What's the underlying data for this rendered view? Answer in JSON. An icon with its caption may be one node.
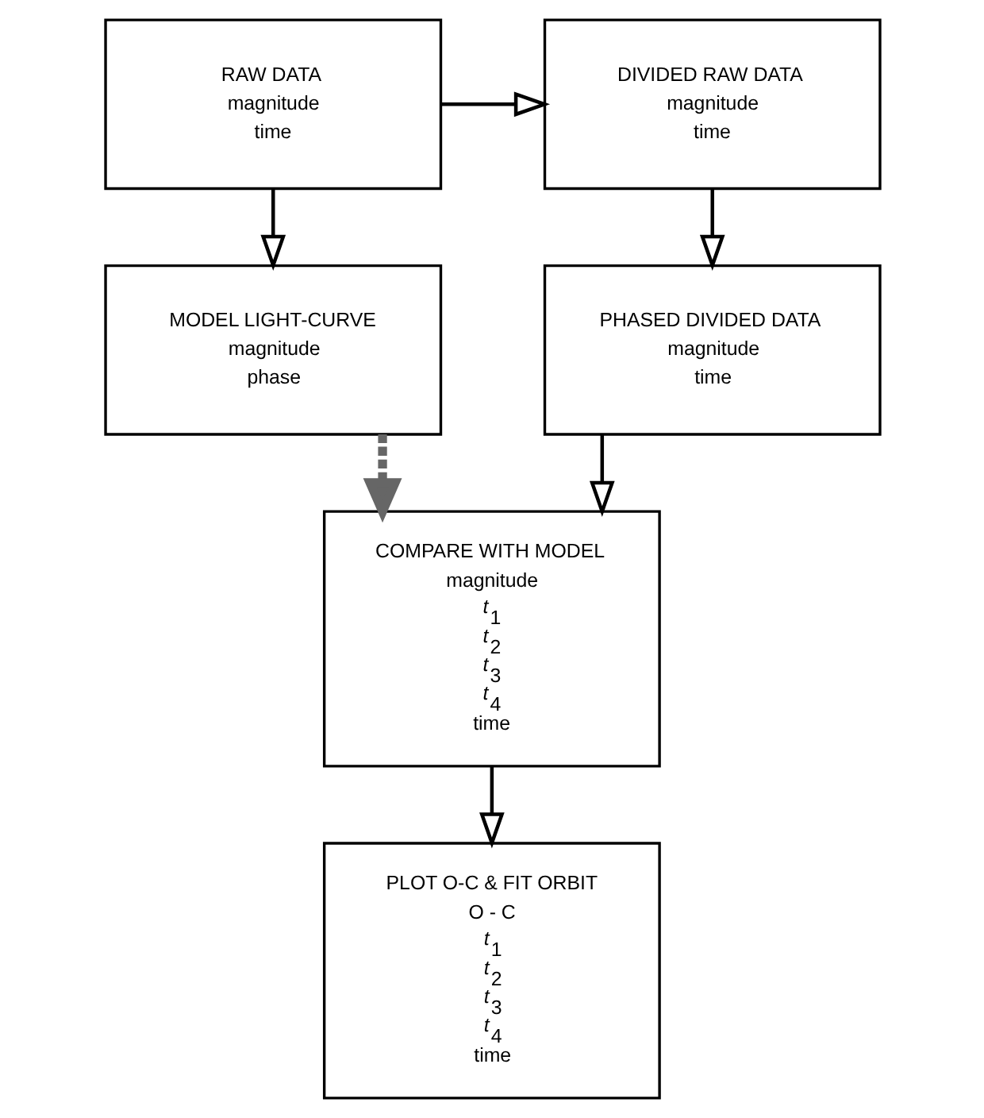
{
  "diagram": {
    "nodes": [
      {
        "text": [
          "RAW DATA",
          "magnitude",
          "time"
        ]
      },
      {
        "text": [
          "DIVIDED RAW DATA",
          "magnitude",
          "time"
        ]
      },
      {
        "text": [
          "MODEL LIGHT-CURVE",
          "magnitude",
          "phase"
        ]
      },
      {
        "text": [
          "PHASED DIVIDED DATA",
          "magnitude",
          "time"
        ]
      },
      {
        "text": [
          "COMPARE WITH MODEL",
          "magnitude",
          "*t*$_{1}$",
          "*t*$_{2}$",
          "*t*$_{3}$",
          "*t*$_{4}$",
          "time"
        ]
      },
      {
        "text": [
          "PLOT O-C & FIT ORBIT",
          "O - C",
          "*t*$_{1}$",
          "*t*$_{2}$",
          "*t*$_{3}$",
          "*t*$_{4}$",
          "time"
        ]
      }
    ],
    "edges": [
      {
        "from": 0,
        "to": 1,
        "arrow": "to"
      },
      {
        "from": 0,
        "to": 2,
        "arrow": "to"
      },
      {
        "from": 1,
        "to": 3,
        "arrow": "to"
      },
      {
        "from": 3,
        "to": 4,
        "arrow": "to"
      },
      {
        "from": 2,
        "to": 4,
        "arrow": "to",
        "style": "dashed",
        "color": "#666666"
      },
      {
        "from": 4,
        "to": 5,
        "arrow": "to"
      }
    ]
  }
}
